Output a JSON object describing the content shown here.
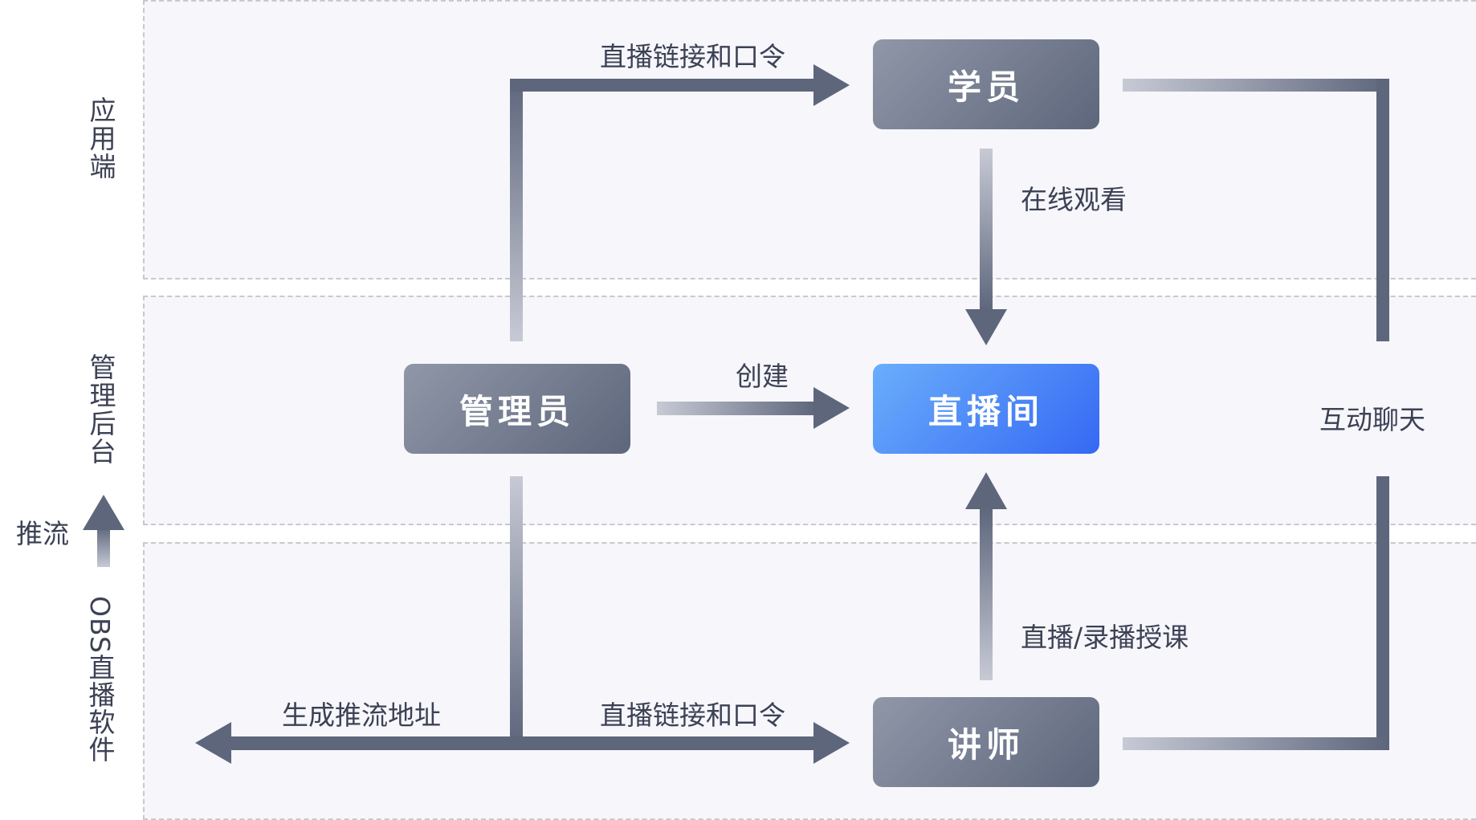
{
  "lanes": {
    "app": "应用端",
    "admin": "管理后台",
    "obs": "OBS直播软件"
  },
  "push_label": "推流",
  "nodes": {
    "student": "学员",
    "admin": "管理员",
    "live_room": "直播间",
    "lecturer": "讲师"
  },
  "edges": {
    "link_to_student": "直播链接和口令",
    "watch_online": "在线观看",
    "create": "创建",
    "interactive_chat": "互动聊天",
    "live_record_teach": "直播/录播授课",
    "generate_push_addr": "生成推流地址",
    "link_to_lecturer": "直播链接和口令"
  },
  "colors": {
    "arrow": "#5e667c",
    "node_gray": "#6b7286",
    "node_blue": "#3d75f5",
    "lane_bg": "#f6f6fb"
  }
}
